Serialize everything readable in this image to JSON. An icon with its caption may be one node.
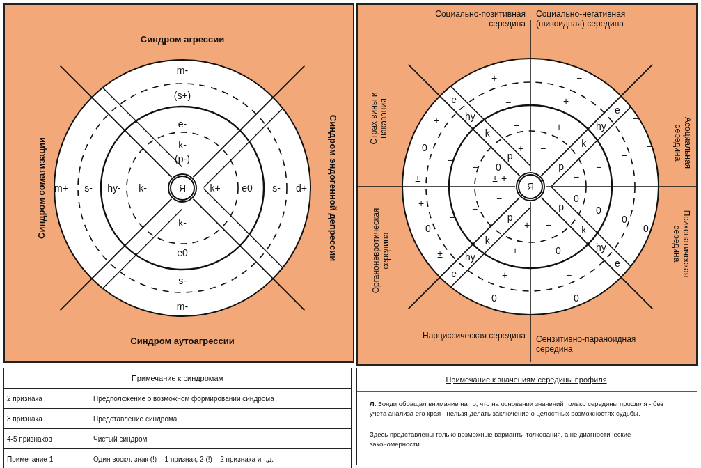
{
  "diagram": {
    "nodes": [
      {
        "text": [
          "Я"
        ]
      },
      {
        "text": [
          "Я"
        ]
      }
    ],
    "labels": [
      "Синдром агрессии",
      "Синдром соматизации",
      "Синдром эндогенной депрессии",
      "m-",
      "(s+)",
      "e-",
      "k-",
      "(p-)",
      "m+",
      "s-",
      "hy-",
      "k-",
      "k+",
      "e0",
      "s-",
      "d+",
      "k-",
      "e0",
      "s-",
      "m-",
      "Синдром аутоагрессии",
      "Социально-позитивная середина",
      "Социально-негативная (шизоидная) середина",
      "Страх вины и наказания",
      "Асоциальная середина",
      "Органоневротическая середина",
      "Психопатическая середина",
      "Нарциссическая середина",
      "Сензитивно-параноидная середина",
      "+",
      "−",
      "e",
      "−",
      "+",
      "e",
      "+",
      "−",
      "hy",
      "−",
      "+",
      "hy",
      "0",
      "k",
      "+",
      "−",
      "k",
      "−",
      "−",
      "p",
      "p",
      "−",
      "−",
      "0",
      "−",
      "±",
      "±",
      "+",
      "−",
      "+",
      "−",
      "0",
      "−",
      "0",
      "p",
      "p",
      "−",
      "0",
      "+",
      "−",
      "0",
      "0",
      "k",
      "k",
      "+",
      "0",
      "±",
      "hy",
      "hy",
      "e",
      "e",
      "+",
      "−",
      "0",
      "0",
      "Примечание к синдромам",
      "2 признака",
      "Предположение о возможном формировании синдрома",
      "3 признака",
      "Представление синдрома",
      "4-5 признаков",
      "Чистый синдром",
      "Примечание 1",
      "Один воскл. знак (!) = 1 признак, 2 (!) = 2 признака и т.д.",
      "Примечание к значениям середины профиля",
      "**Л.** Зонди обращал внимание на то, что на основании значений только середины профиля - без учета анализа его края - нельзя делать заключение о целостных возможностях судьбы.",
      "Здесь представлены только возможные варианты толкования, а не диагностические закономерности"
    ]
  }
}
